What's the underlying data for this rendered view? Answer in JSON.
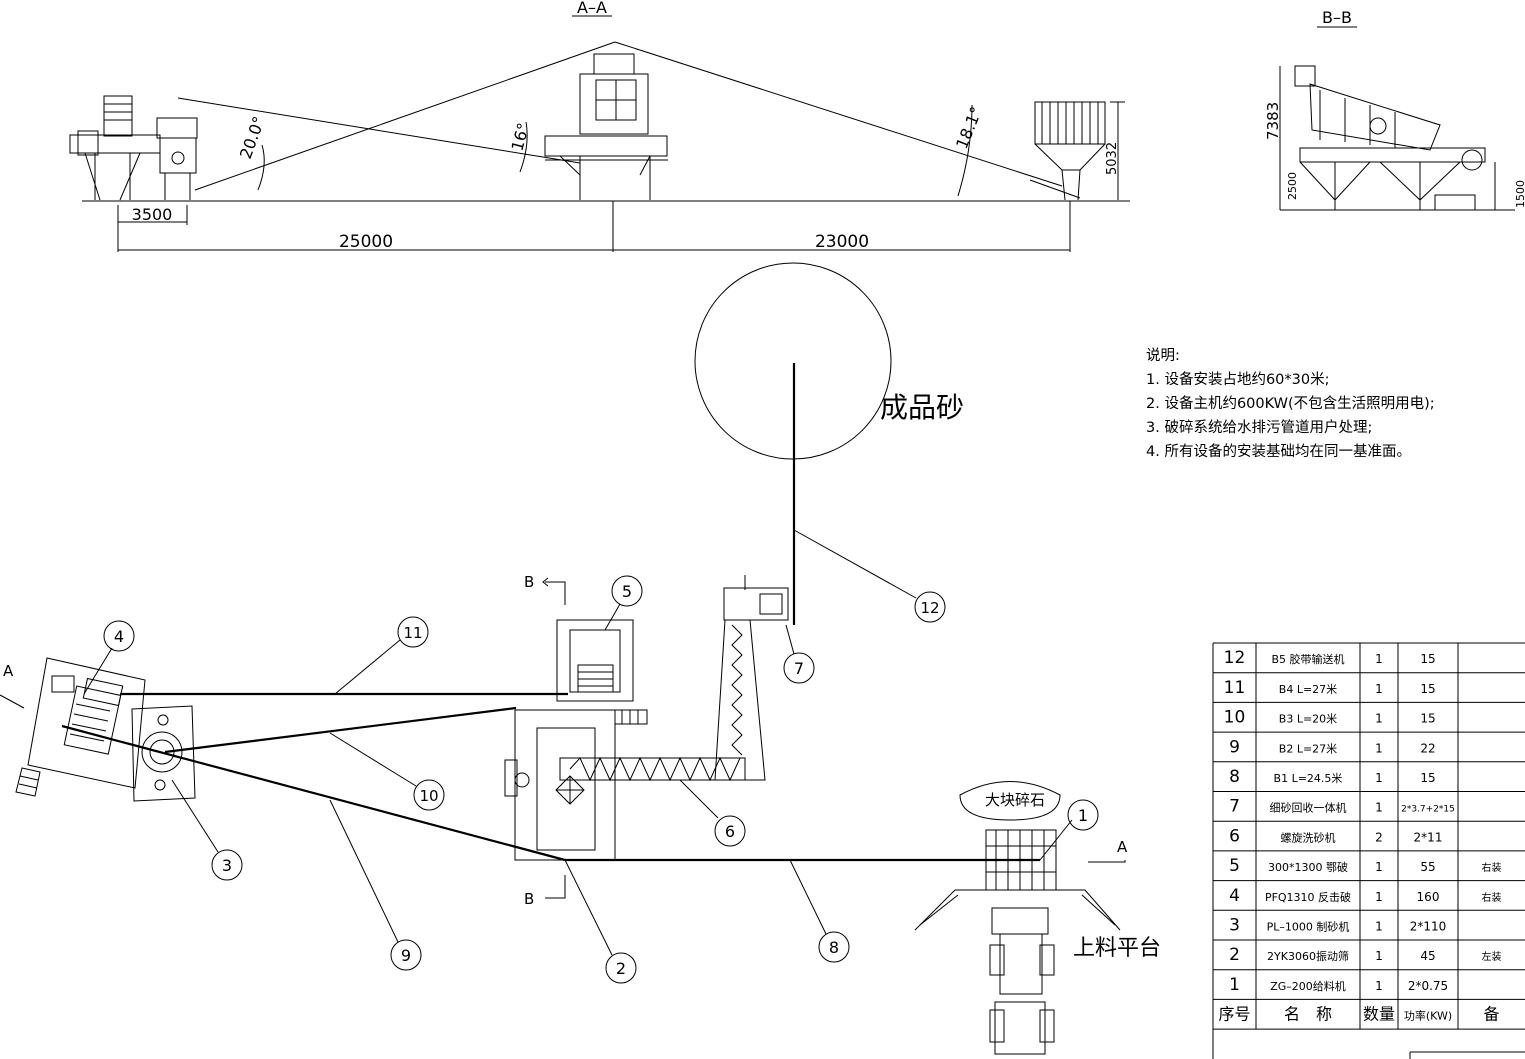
{
  "section_aa": {
    "title": "A–A",
    "dims": {
      "d1": "3500",
      "d2": "25000",
      "d3": "23000",
      "h1": "5032"
    },
    "angles": {
      "a1": "20.0°",
      "a2": "16°",
      "a3": "18.1°"
    }
  },
  "section_bb": {
    "title": "B–B",
    "dims": {
      "h1": "7383",
      "h2": "2500",
      "h3": "1500"
    }
  },
  "plan": {
    "label_product": "成品砂",
    "label_bigstone": "大块碎石",
    "label_platform": "上料平台",
    "section_marks": {
      "a": "A",
      "b": "B"
    },
    "callouts": [
      "1",
      "2",
      "3",
      "4",
      "5",
      "6",
      "7",
      "8",
      "9",
      "10",
      "11",
      "12"
    ]
  },
  "notes": {
    "heading": "说明:",
    "items": [
      "1. 设备安装占地约60*30米;",
      "2. 设备主机约600KW(不包含生活照明用电);",
      "3. 破碎系统给水排污管道用户处理;",
      "4. 所有设备的安装基础均在同一基准面。"
    ]
  },
  "parts_table": {
    "headers": {
      "no": "序号",
      "name": "名　称",
      "qty": "数量",
      "power": "功率(KW)",
      "remark": "备"
    },
    "rows": [
      {
        "no": "12",
        "name": "B5 胶带输送机",
        "qty": "1",
        "power": "15",
        "remark": ""
      },
      {
        "no": "11",
        "name": "B4 L=27米",
        "qty": "1",
        "power": "15",
        "remark": ""
      },
      {
        "no": "10",
        "name": "B3 L=20米",
        "qty": "1",
        "power": "15",
        "remark": ""
      },
      {
        "no": "9",
        "name": "B2 L=27米",
        "qty": "1",
        "power": "22",
        "remark": ""
      },
      {
        "no": "8",
        "name": "B1  L=24.5米",
        "qty": "1",
        "power": "15",
        "remark": ""
      },
      {
        "no": "7",
        "name": "细砂回收一体机",
        "qty": "1",
        "power": "2*3.7+2*15",
        "remark": ""
      },
      {
        "no": "6",
        "name": "螺旋洗砂机",
        "qty": "2",
        "power": "2*11",
        "remark": ""
      },
      {
        "no": "5",
        "name": "300*1300 鄂破",
        "qty": "1",
        "power": "55",
        "remark": "右装"
      },
      {
        "no": "4",
        "name": "PFQ1310 反击破",
        "qty": "1",
        "power": "160",
        "remark": "右装"
      },
      {
        "no": "3",
        "name": "PL–1000 制砂机",
        "qty": "1",
        "power": "2*110",
        "remark": ""
      },
      {
        "no": "2",
        "name": "2YK3060振动筛",
        "qty": "1",
        "power": "45",
        "remark": "左装"
      },
      {
        "no": "1",
        "name": "ZG–200给料机",
        "qty": "1",
        "power": "2*0.75",
        "remark": ""
      }
    ]
  }
}
